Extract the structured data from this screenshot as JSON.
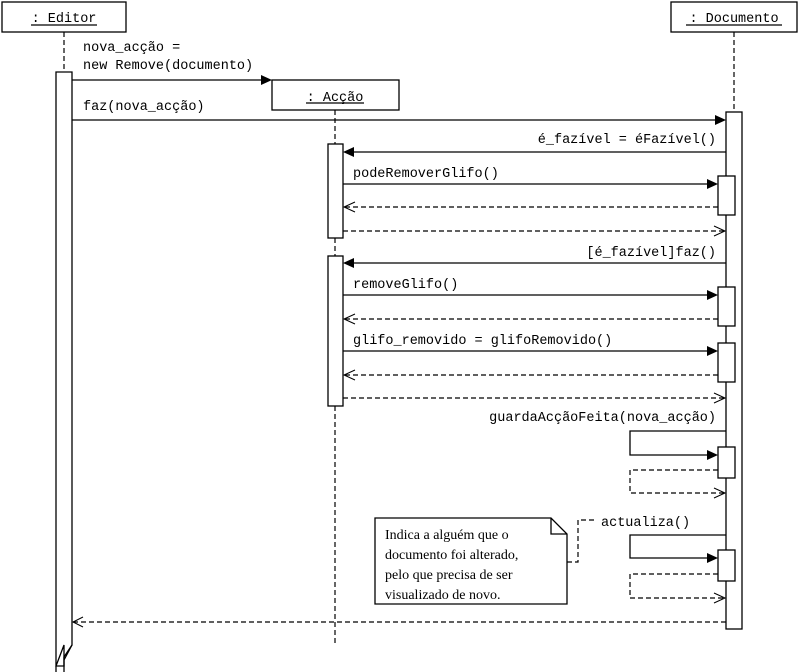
{
  "diagram": {
    "type": "UML sequence diagram",
    "lifelines": {
      "editor": ": Editor",
      "accao": ": Acção",
      "documento": ": Documento"
    },
    "messages": {
      "m1_line1": "nova_acção =",
      "m1_line2": "new Remove(documento)",
      "m2": "faz(nova_acção)",
      "m3": "é_fazível = éFazível()",
      "m4": "podeRemoverGlifo()",
      "m5": "[é_fazível]faz()",
      "m6": "removeGlifo()",
      "m7": "glifo_removido = glifoRemovido()",
      "m8": "guardaAcçãoFeita(nova_acção)",
      "m9": "actualiza()"
    },
    "note": {
      "line1": "Indica a alguém que o",
      "line2": "documento foi alterado,",
      "line3": "pelo que precisa de ser",
      "line4": "visualizado de novo."
    }
  }
}
